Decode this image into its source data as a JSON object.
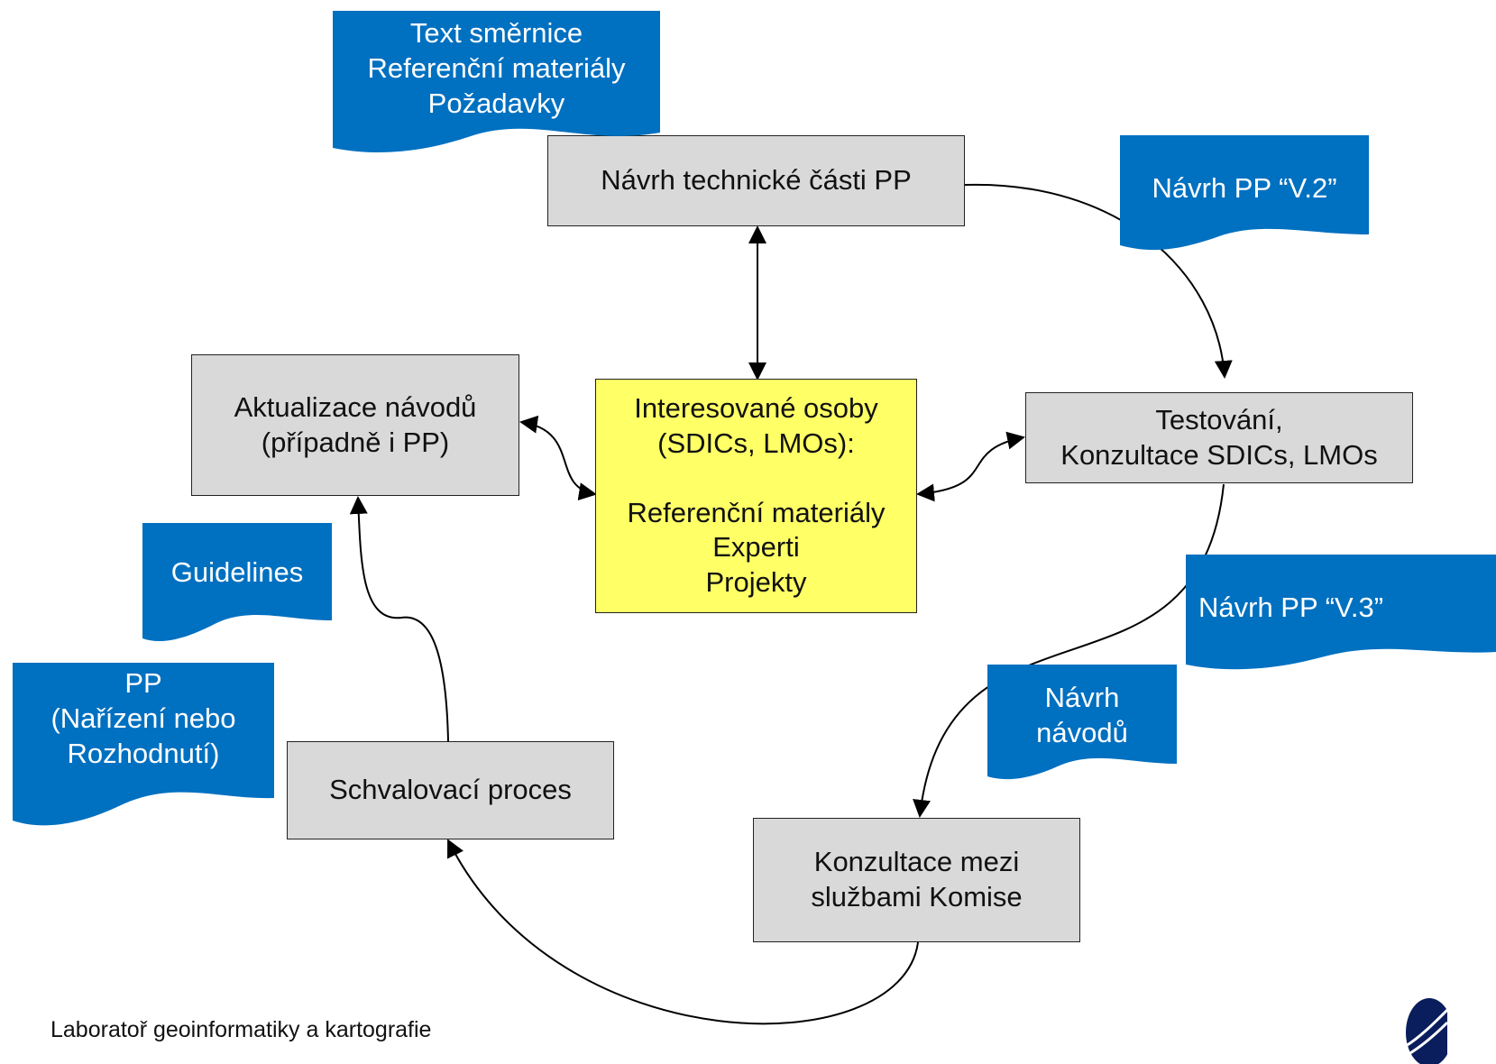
{
  "nodes": {
    "navrh_technicke": {
      "label": "Návrh technické části PP"
    },
    "interesovane": {
      "lines": [
        "Interesované osoby",
        "(SDICs, LMOs):",
        "",
        "Referenční materiály",
        "Experti",
        "Projekty"
      ]
    },
    "aktualizace": {
      "lines": [
        "Aktualizace návodů",
        "(případně i PP)"
      ]
    },
    "testovani": {
      "lines": [
        "Testování,",
        "Konzultace SDICs, LMOs"
      ]
    },
    "schvalovaci": {
      "label": "Schvalovací proces"
    },
    "konzultace": {
      "lines": [
        "Konzultace mezi",
        "službami Komise"
      ]
    }
  },
  "documents": {
    "text_smernice": {
      "lines": [
        "Text směrnice",
        "Referenční materiály",
        "Požadavky"
      ]
    },
    "navrh_v2": {
      "label": "Návrh PP “V.2”"
    },
    "navrh_v3": {
      "label": "Návrh PP “V.3”"
    },
    "navrh_navodu": {
      "lines": [
        "Návrh",
        "návodů"
      ]
    },
    "guidelines": {
      "label": "Guidelines"
    },
    "pp_narizeni": {
      "lines": [
        "PP",
        "(Nařízení nebo",
        "Rozhodnutí)"
      ]
    }
  },
  "footer": {
    "text": "Laboratoř geoinformatiky a kartografie"
  },
  "colors": {
    "doc_blue": "#0070c0",
    "box_grey": "#d9d9d9",
    "box_yellow": "#ffff66"
  }
}
